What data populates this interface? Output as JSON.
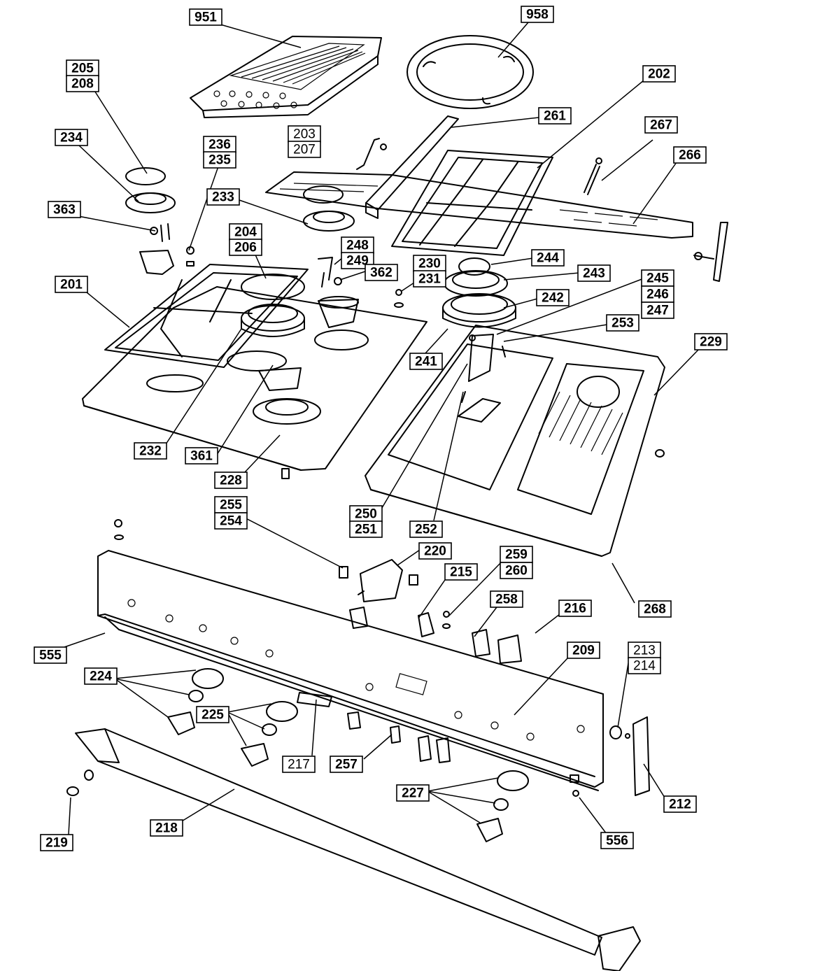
{
  "callouts": {
    "c951": "951",
    "c958": "958",
    "c205": "205",
    "c208": "208",
    "c202": "202",
    "c261": "261",
    "c203": "203",
    "c207": "207",
    "c267": "267",
    "c234": "234",
    "c236": "236",
    "c235": "235",
    "c266": "266",
    "c233": "233",
    "c363": "363",
    "c204": "204",
    "c206": "206",
    "c248": "248",
    "c249": "249",
    "c244": "244",
    "c230": "230",
    "c231": "231",
    "c362": "362",
    "c243": "243",
    "c201": "201",
    "c245": "245",
    "c246": "246",
    "c247": "247",
    "c242": "242",
    "c253": "253",
    "c229": "229",
    "c241": "241",
    "c232": "232",
    "c361": "361",
    "c228": "228",
    "c255": "255",
    "c254": "254",
    "c250": "250",
    "c251": "251",
    "c252": "252",
    "c220": "220",
    "c259": "259",
    "c260": "260",
    "c215": "215",
    "c258": "258",
    "c268": "268",
    "c216": "216",
    "c555": "555",
    "c209": "209",
    "c213": "213",
    "c214": "214",
    "c224": "224",
    "c225": "225",
    "c217": "217",
    "c257": "257",
    "c227": "227",
    "c212": "212",
    "c556": "556",
    "c218": "218",
    "c219": "219"
  }
}
